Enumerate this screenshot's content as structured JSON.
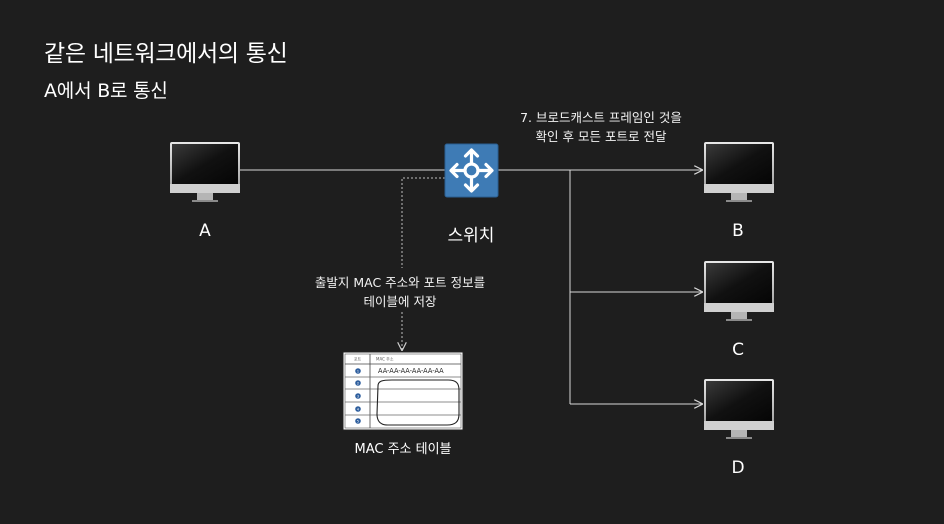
{
  "header": {
    "title": "같은 네트워크에서의 통신",
    "subtitle": "A에서 B로 통신"
  },
  "nodes": {
    "a": "A",
    "switch": "스위치",
    "b": "B",
    "c": "C",
    "d": "D"
  },
  "notes": {
    "broadcast_line1": "7. 브로드캐스트 프레임인 것을",
    "broadcast_line2": "확인 후 모든 포트로 전달",
    "store_line1": "출발지 MAC 주소와 포트 정보를",
    "store_line2": "테이블에 저장"
  },
  "mac_table": {
    "caption": "MAC 주소 테이블",
    "header_port": "포트",
    "header_mac": "MAC 주소",
    "rows": [
      {
        "port": "1",
        "mac": "AA-AA-AA-AA-AA-AA"
      },
      {
        "port": "2",
        "mac": ""
      },
      {
        "port": "3",
        "mac": ""
      },
      {
        "port": "4",
        "mac": ""
      },
      {
        "port": "5",
        "mac": ""
      }
    ]
  },
  "colors": {
    "background": "#1e1e1e",
    "switch": "#3e7bb5",
    "line": "#d8d8d8",
    "port_badge": "#2f5f9e"
  },
  "icons": {
    "computer": "monitor-icon",
    "switch": "switch-arrows-icon"
  }
}
